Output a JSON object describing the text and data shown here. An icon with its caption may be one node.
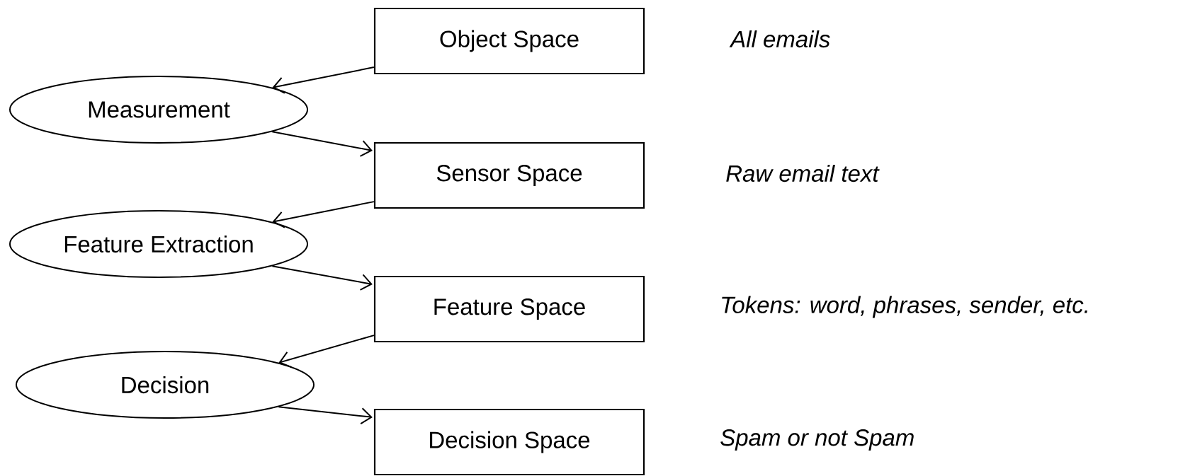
{
  "diagram": {
    "nodes": [
      {
        "text": [
          "Object Space"
        ],
        "beside": [
          "All emails"
        ]
      },
      {
        "text": [
          "Measurement"
        ]
      },
      {
        "text": [
          "Sensor Space"
        ],
        "beside": [
          "Raw email text"
        ]
      },
      {
        "text": [
          "Feature Extraction"
        ]
      },
      {
        "text": [
          "Feature Space"
        ],
        "beside": [
          "Tokens: word, phrases, sender, etc."
        ]
      },
      {
        "text": [
          "Decision"
        ]
      },
      {
        "text": [
          "Decision Space"
        ],
        "beside": [
          "Spam or not Spam"
        ]
      }
    ],
    "edges": [
      {
        "from": 0,
        "to": 1,
        "arrow": "to"
      },
      {
        "from": 1,
        "to": 2,
        "arrow": "to"
      },
      {
        "from": 2,
        "to": 3,
        "arrow": "to"
      },
      {
        "from": 3,
        "to": 4,
        "arrow": "to"
      },
      {
        "from": 4,
        "to": 5,
        "arrow": "to"
      },
      {
        "from": 5,
        "to": 6,
        "arrow": "to"
      }
    ]
  }
}
